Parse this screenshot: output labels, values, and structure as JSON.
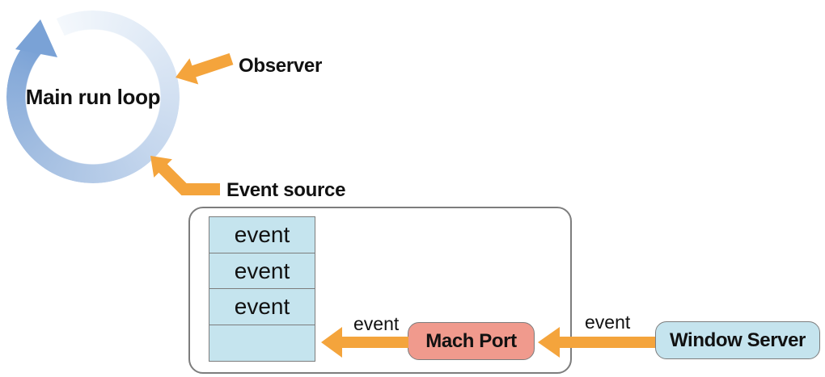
{
  "run_loop": {
    "label": "Main run loop"
  },
  "annotations": {
    "observer": "Observer",
    "event_source": "Event source"
  },
  "event_queue": {
    "cells": [
      {
        "text": "event"
      },
      {
        "text": "event"
      },
      {
        "text": "event"
      },
      {
        "text": ""
      }
    ]
  },
  "flow": {
    "queue_arrow_label": "event",
    "mach_port_label": "Mach Port",
    "port_arrow_label": "event",
    "window_server_label": "Window Server"
  },
  "colors": {
    "arrow_orange": "#f4a43c",
    "ring_dark_blue": "#7aa2d6",
    "ring_light_blue": "#f4f8fc",
    "queue_cell_fill": "#c5e4ee",
    "mach_port_fill": "#f09a8d",
    "window_server_fill": "#c5e4ee",
    "border_gray": "#7d7d7d",
    "text_color": "#111111"
  }
}
